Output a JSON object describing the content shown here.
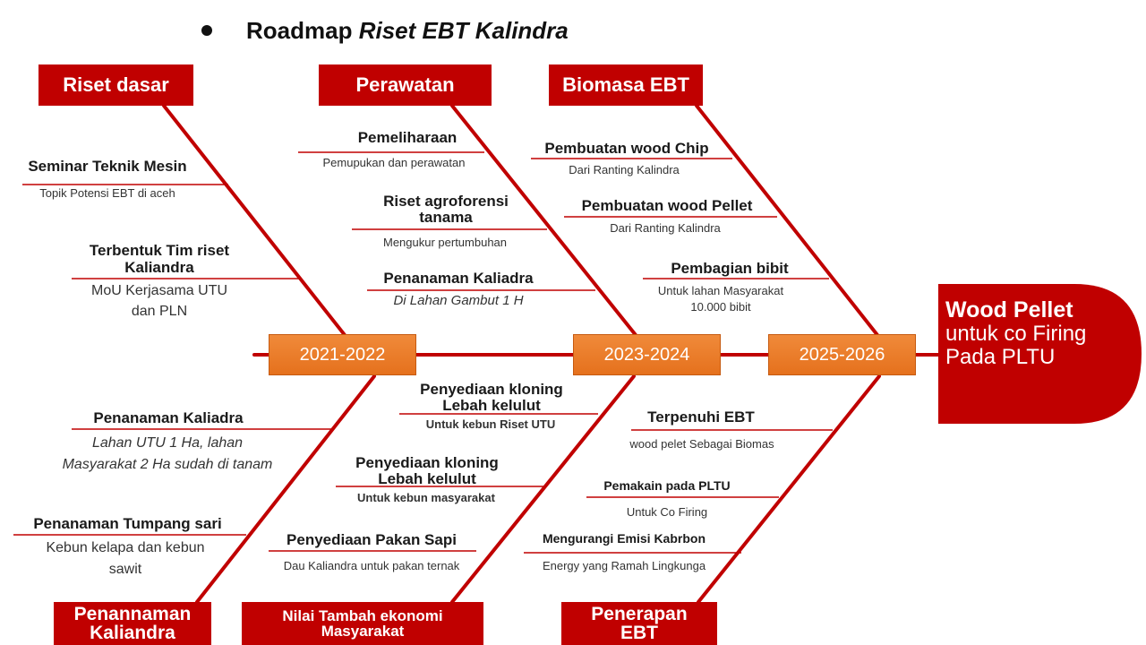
{
  "title": {
    "prefix": "Roadmap",
    "emphasis": "Riset EBT Kalindra"
  },
  "head": {
    "line1": "Wood Pellet",
    "line2": "untuk  co Firing",
    "line3": "Pada PLTU"
  },
  "colors": {
    "bone": "#c00000",
    "box": "#c00000",
    "year": "#ed7d31"
  },
  "years": [
    "2021-2022",
    "2023-2024",
    "2025-2026"
  ],
  "categories": {
    "riset_dasar": "Riset dasar",
    "perawatan": "Perawatan",
    "biomasa": "Biomasa EBT",
    "penanaman": {
      "line1": "Penannaman",
      "line2": "Kaliandra"
    },
    "nilai": {
      "line1": "Nilai Tambah  ekonomi",
      "line2": "Masyarakat"
    },
    "penerapan": {
      "line1": "Penerapan",
      "line2": "EBT"
    }
  },
  "causes": {
    "seminar": {
      "heading": "Seminar Teknik Mesin",
      "sub": "Topik  Potensi  EBT  di aceh"
    },
    "tim": {
      "heading1": "Terbentuk Tim riset",
      "heading2": "Kaliandra",
      "sub1": "MoU  Kerjasama UTU",
      "sub2": "dan PLN"
    },
    "pemeliharaan": {
      "heading": "Pemeliharaan",
      "sub": "Pemupukan   dan perawatan"
    },
    "agroforensi": {
      "heading1": "Riset agroforensi",
      "heading2": "tanama",
      "sub": "Mengukur  pertumbuhan"
    },
    "penanaman_gambut": {
      "heading": "Penanaman Kaliadra",
      "sub": "Di Lahan Gambut 1 H"
    },
    "wood_chip": {
      "heading": "Pembuatan wood Chip",
      "sub": "Dari Ranting  Kalindra"
    },
    "wood_pellet": {
      "heading": "Pembuatan wood Pellet",
      "sub": "Dari Ranting  Kalindra"
    },
    "bibit": {
      "heading": "Pembagian bibit",
      "sub1": "Untuk  lahan  Masyarakat",
      "sub2": "10.000  bibit"
    },
    "penanaman_utu": {
      "heading": "Penanaman Kaliadra",
      "sub1": "Lahan UTU 1 Ha, lahan",
      "sub2": "Masyarakat 2 Ha sudah di tanam"
    },
    "tumpang": {
      "heading": "Penanaman  Tumpang sari",
      "sub1": "Kebun  kelapa dan kebun",
      "sub2": "sawit"
    },
    "kloning_riset": {
      "heading1": "Penyediaan kloning",
      "heading2": "Lebah kelulut",
      "sub": "Untuk kebun Riset UTU"
    },
    "kloning_masy": {
      "heading1": "Penyediaan kloning",
      "heading2": "Lebah kelulut",
      "sub": "Untuk kebun masyarakat"
    },
    "pakan": {
      "heading": "Penyediaan  Pakan Sapi",
      "sub": "Dau  Kaliandra  untuk  pakan ternak"
    },
    "terpenuhi": {
      "heading": "Terpenuhi EBT",
      "sub": "wood pelet  Sebagai  Biomas"
    },
    "pltu": {
      "heading": "Pemakain  pada  PLTU",
      "sub": "Untuk  Co  Firing"
    },
    "emisi": {
      "heading": "Mengurangi   Emisi  Kabrbon",
      "sub": "Energy  yang Ramah  Lingkunga"
    }
  }
}
